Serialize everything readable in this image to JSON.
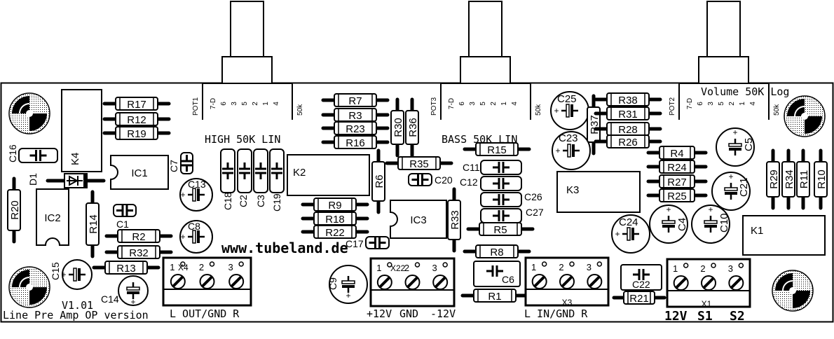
{
  "board": {
    "title": "Line Pre Amp OP version",
    "version": "V1.01",
    "url": "www.tubeland.de",
    "colors": {
      "ink": "#000000",
      "paper": "#ffffff",
      "pad_dots": "#bfbfbf"
    }
  },
  "pots": [
    {
      "ref": "POT1",
      "pins": "7-D 6 3 5 2 1 4",
      "value": "50k",
      "caption": "HIGH 50K LIN"
    },
    {
      "ref": "POT3",
      "pins": "7-D 6 3 5 2 1 4",
      "value": "50k",
      "caption": "BASS 50K LIN"
    },
    {
      "ref": "POT2",
      "pins": "7-D 6 3 5 2 1 4",
      "value": "50k",
      "caption": "Volume 50K Log"
    }
  ],
  "resistors": [
    "R1",
    "R2",
    "R3",
    "R4",
    "R5",
    "R6",
    "R7",
    "R8",
    "R9",
    "R10",
    "R11",
    "R12",
    "R13",
    "R14",
    "R15",
    "R16",
    "R17",
    "R18",
    "R19",
    "R20",
    "R21",
    "R22",
    "R23",
    "R24",
    "R25",
    "R26",
    "R27",
    "R28",
    "R29",
    "R30",
    "R31",
    "R32",
    "R33",
    "R34",
    "R35",
    "R36",
    "R37",
    "R38"
  ],
  "film_caps": [
    "C1",
    "C2",
    "C3",
    "C6",
    "C7",
    "C11",
    "C12",
    "C16",
    "C17",
    "C18",
    "C19",
    "C20",
    "C22",
    "C26",
    "C27"
  ],
  "electrolytic_caps": [
    "C4",
    "C5",
    "C8",
    "C9",
    "C10",
    "C13",
    "C14",
    "C15",
    "C21",
    "C23",
    "C24",
    "C25"
  ],
  "ics": [
    "IC1",
    "IC2",
    "IC3"
  ],
  "relays": [
    "K1",
    "K2",
    "K3",
    "K4"
  ],
  "diodes": [
    "D1"
  ],
  "terminals": [
    {
      "ref": "X4",
      "pins": [
        "1",
        "2",
        "3"
      ],
      "label": "L OUT/GND R"
    },
    {
      "ref": "X22",
      "pins": [
        "1",
        "2",
        "3"
      ],
      "labels": [
        "+12V",
        "GND",
        "-12V"
      ]
    },
    {
      "ref": "X3",
      "pins": [
        "1",
        "2",
        "3"
      ],
      "label": "L  IN/GND  R"
    },
    {
      "ref": "X1",
      "pins": [
        "1",
        "2",
        "3"
      ],
      "labels": [
        "12V",
        "S1",
        "S2"
      ]
    }
  ]
}
